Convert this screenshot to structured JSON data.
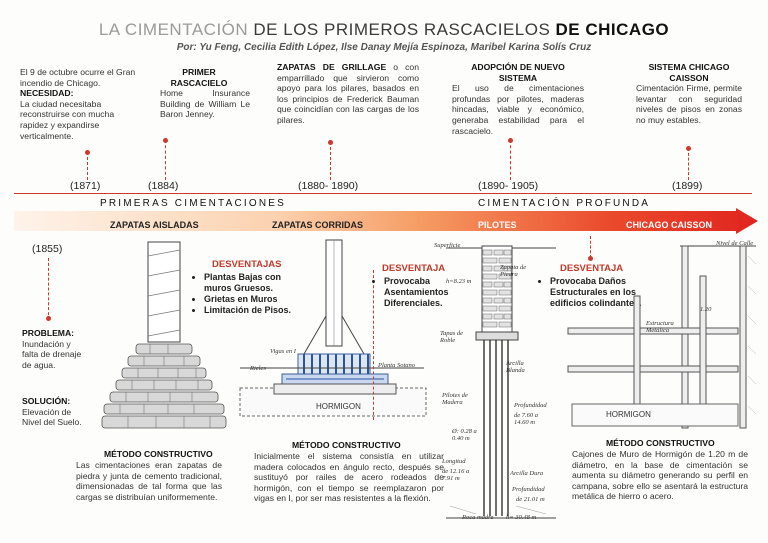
{
  "header": {
    "title_part1": "LA CIMENTACIÓN",
    "title_part2": " DE LOS PRIMEROS RASCACIELOS ",
    "title_part3": "DE CHICAGO",
    "authors": "Por: Yu Feng, Cecilia Edith López, Ilse Danay Mejía Espinoza, Maribel Karina Solís Cruz"
  },
  "top_notes": {
    "fire_intro": "El 9 de octubre ocurre el Gran incendio de Chicago.",
    "need_label": "NECESIDAD:",
    "need_text": "La ciudad necesitaba reconstruirse con mucha rapidez y expandirse verticalmente.",
    "first_skyscraper_title": "PRIMER RASCACIELO",
    "first_skyscraper_text": "Home Insurance Building de William Le Baron Jenney.",
    "grillage_title": "ZAPATAS DE GRILLAGE",
    "grillage_text": " o con emparrillado que sirvieron como apoyo para los pilares, basados en los principios de Frederick Bauman que coincidían con las cargas de los pilares.",
    "new_system_title": "ADOPCIÓN DE NUEVO SISTEMA",
    "new_system_text": "El uso de cimentaciones profundas por pilotes, maderas hincadas, viable y económico, generaba estabilidad para el rascacielo.",
    "caisson_title": "SISTEMA CHICAGO CAISSON",
    "caisson_text": "Cimentación Firme, permite levantar con seguridad niveles de pisos en zonas no muy estables."
  },
  "timeline": {
    "years": [
      "(1871)",
      "(1884)",
      "(1880- 1890)",
      "(1890- 1905)",
      "(1899)"
    ],
    "year_1855": "(1855)",
    "band_left": "PRIMERAS CIMENTACIONES",
    "band_right": "CIMENTACIÓN PROFUNDA",
    "stages": [
      "ZAPATAS AISLADAS",
      "ZAPATAS CORRIDAS",
      "PILOTES",
      "CHICAGO CAISSON"
    ],
    "colors": {
      "accent": "#d0362a",
      "gradient_start": "#fde8d4",
      "gradient_end": "#e3262a"
    }
  },
  "left_col": {
    "problem_label": "PROBLEMA:",
    "problem_text": "Inundación y falta de drenaje de agua.",
    "solution_label": "SOLUCIÓN:",
    "solution_text": "Elevación de Nivel del Suelo."
  },
  "disadvantages": {
    "title": "DESVENTAJAS",
    "corridas": [
      "Plantas Bajas con muros Gruesos.",
      "Grietas en Muros",
      "Limitación de Pisos."
    ],
    "pilotes_title": "DESVENTAJA",
    "pilotes": [
      "Provocaba Asentamientos Diferenciales."
    ],
    "caisson_title": "DESVENTAJA",
    "caisson": [
      "Provocaba Daños Estructurales en los edificios colindantes."
    ]
  },
  "drawings": {
    "corridas_labels": [
      "Vigas en I",
      "Rieles",
      "Planta Sotano",
      "HORMIGON"
    ],
    "pilotes_labels": [
      "Superficie",
      "Zapata de Piedra",
      "Tapas de Roble",
      "Arcilla Blanda",
      "Pilotes de Madera",
      "Profundidad",
      "Longitud",
      "Arcilla Dura",
      "Roca madre"
    ],
    "pilotes_measures": [
      "h=8.23 m",
      "Ø: 0.28 a 0.40 m",
      "de 12.16 a 7.91 m",
      "de 7.60 a 14.60 m",
      "de 21.01 m",
      "h= 30.48 m"
    ],
    "caisson_labels": [
      "Nivel de Calle",
      "Estructura Metálica",
      "HORMIGON",
      "1.20"
    ]
  },
  "methods": {
    "title": "MÉTODO CONSTRUCTIVO",
    "aisladas": "Las cimentaciones eran zapatas de piedra y junta de cemento tradicional, dimensionadas de tal forma que las cargas se distribuían uniformemente.",
    "corridas": "Inicialmente el sistema consistía en utilizar madera colocados en ángulo recto, después se sustituyó por railes de acero rodeados de hormigón, con el tiempo se reemplazaron por vigas en I, por ser mas resistentes  a la flexión.",
    "caisson": "Cajones de Muro de Hormigón de 1.20 m de diámetro, en la base de cimentación se aumenta su diámetro generando su perfil en campana, sobre ello se asentará la estructura metálica de hierro o acero."
  }
}
